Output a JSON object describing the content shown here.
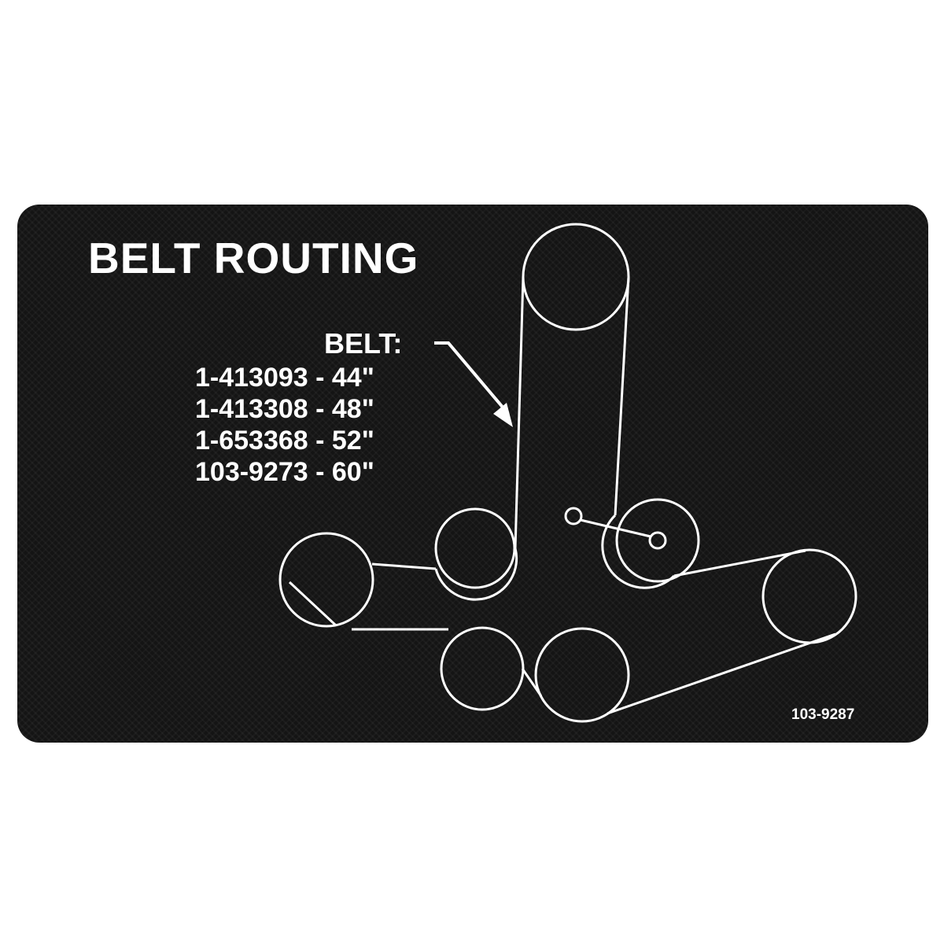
{
  "decal": {
    "title": "BELT ROUTING",
    "belt_label": "BELT:",
    "belts": [
      "1-413093 - 44\"",
      "1-413308 - 48\"",
      "1-653368 - 52\"",
      "103-9273 - 60\""
    ],
    "part_number": "103-9287"
  },
  "colors": {
    "background": "#141414",
    "lines": "#ffffff"
  }
}
